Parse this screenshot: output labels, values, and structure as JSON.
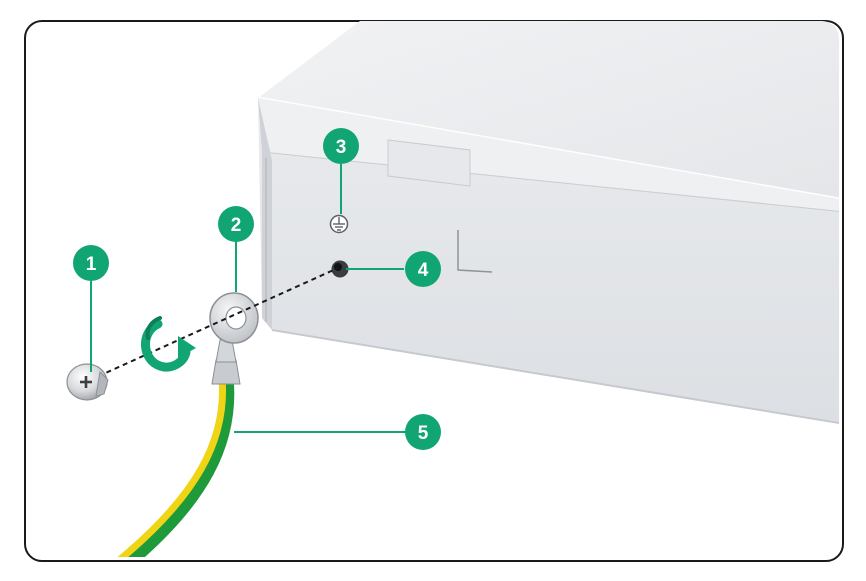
{
  "callouts": [
    {
      "num": "1",
      "target": "screw"
    },
    {
      "num": "2",
      "target": "ring-terminal"
    },
    {
      "num": "3",
      "target": "ground-sign"
    },
    {
      "num": "4",
      "target": "grounding-hole"
    },
    {
      "num": "5",
      "target": "grounding-cable"
    }
  ],
  "colors": {
    "callout_fill": "#12a574",
    "leader_line": "#12a574",
    "cable_green": "#1f9a3a",
    "cable_yellow": "#f0d516",
    "chassis_top": "#ebedef",
    "chassis_front": "#e3e5e8",
    "frame_border": "#1a1a1a"
  },
  "icons": [
    "screw-icon",
    "ring-terminal-icon",
    "ground-symbol-icon",
    "rotation-arrow-icon"
  ]
}
